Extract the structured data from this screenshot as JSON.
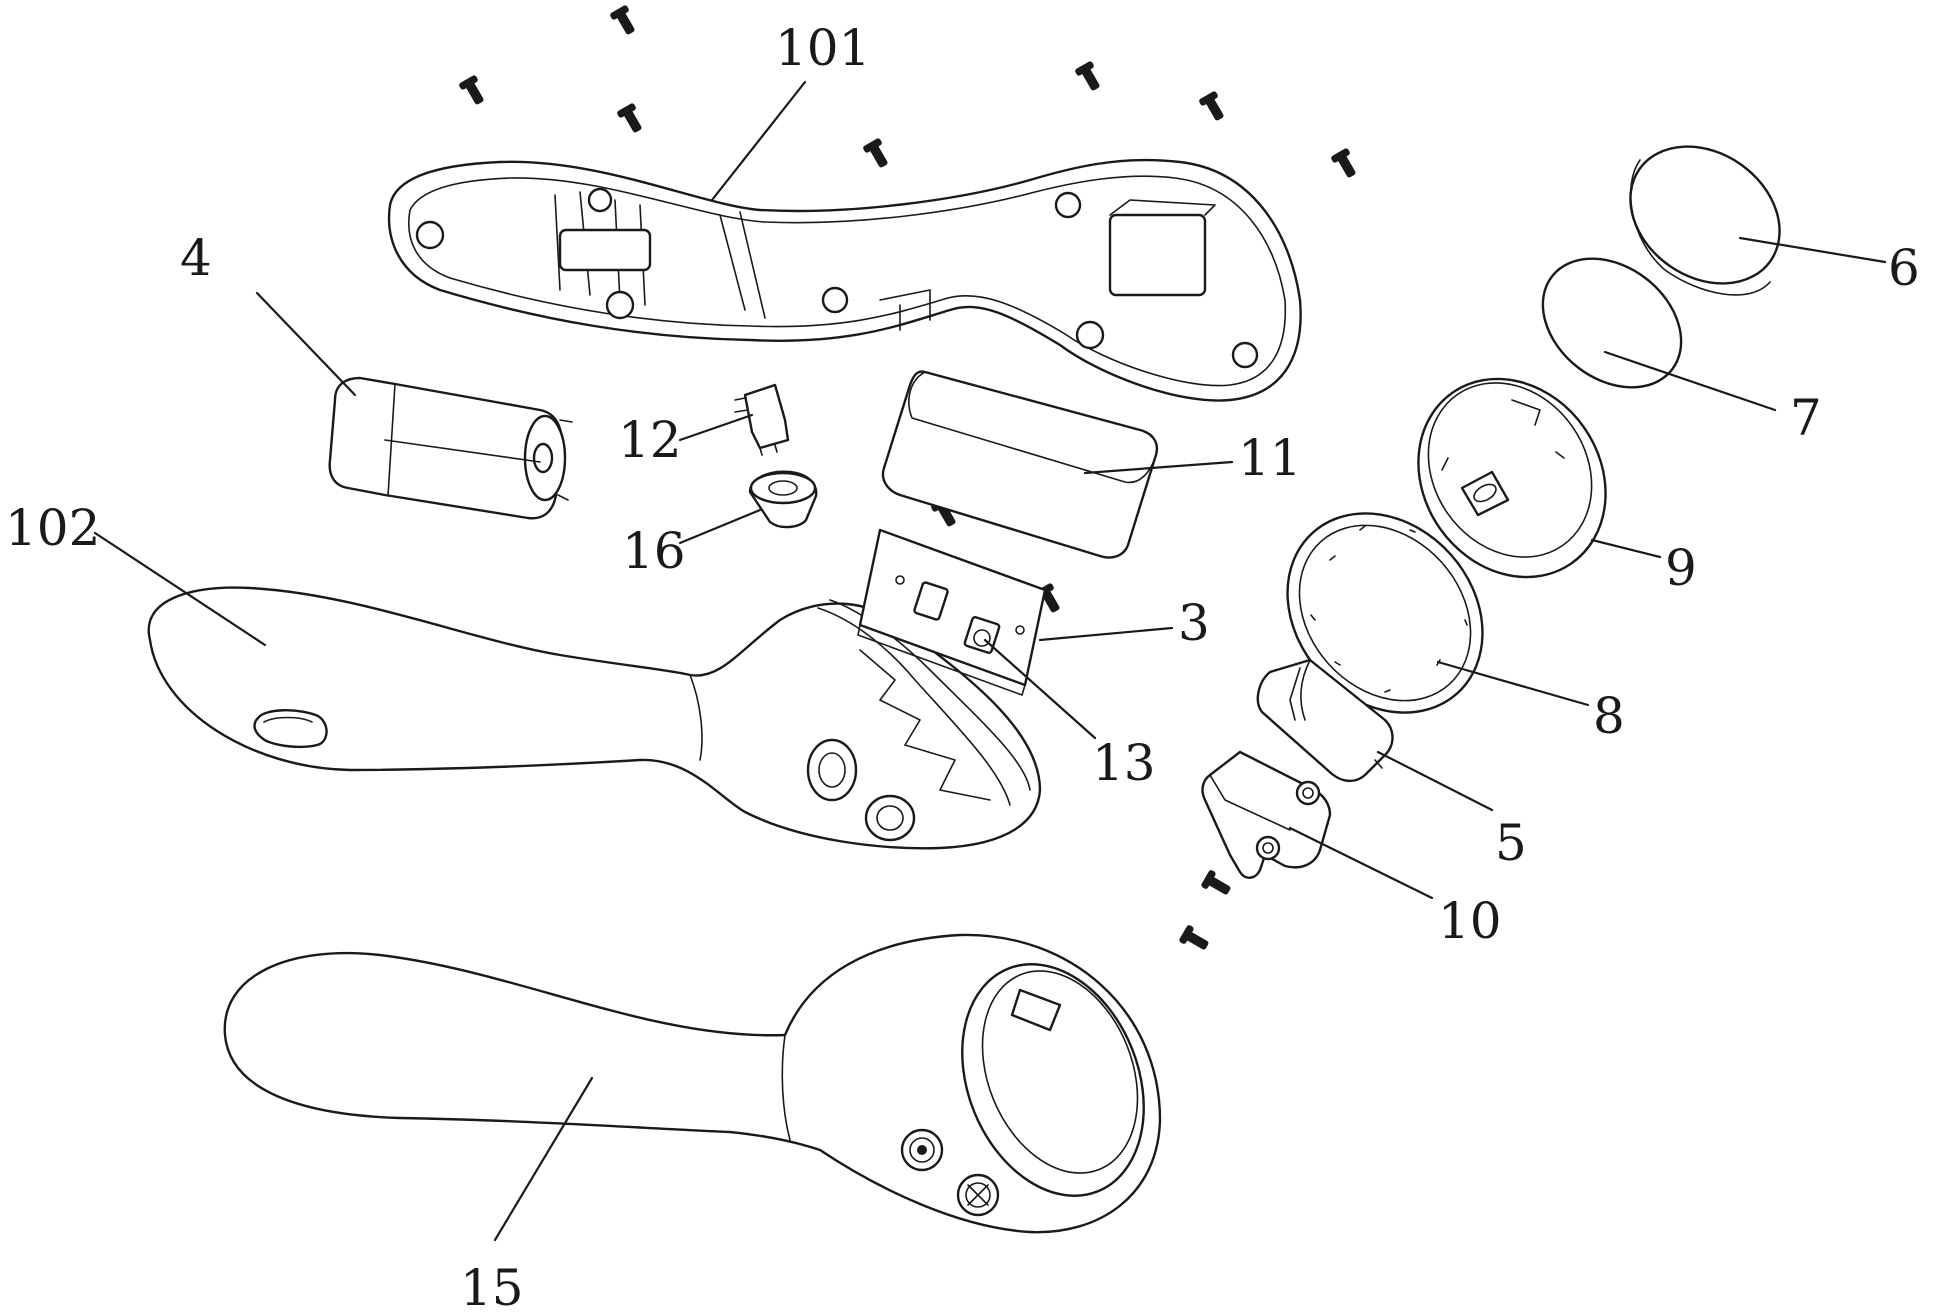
{
  "callouts": {
    "c101": "101",
    "c4": "4",
    "c12": "12",
    "c16": "16",
    "c11": "11",
    "c102": "102",
    "c3": "3",
    "c13": "13",
    "c6": "6",
    "c7": "7",
    "c9": "9",
    "c8": "8",
    "c5": "5",
    "c10": "10",
    "c15": "15"
  }
}
